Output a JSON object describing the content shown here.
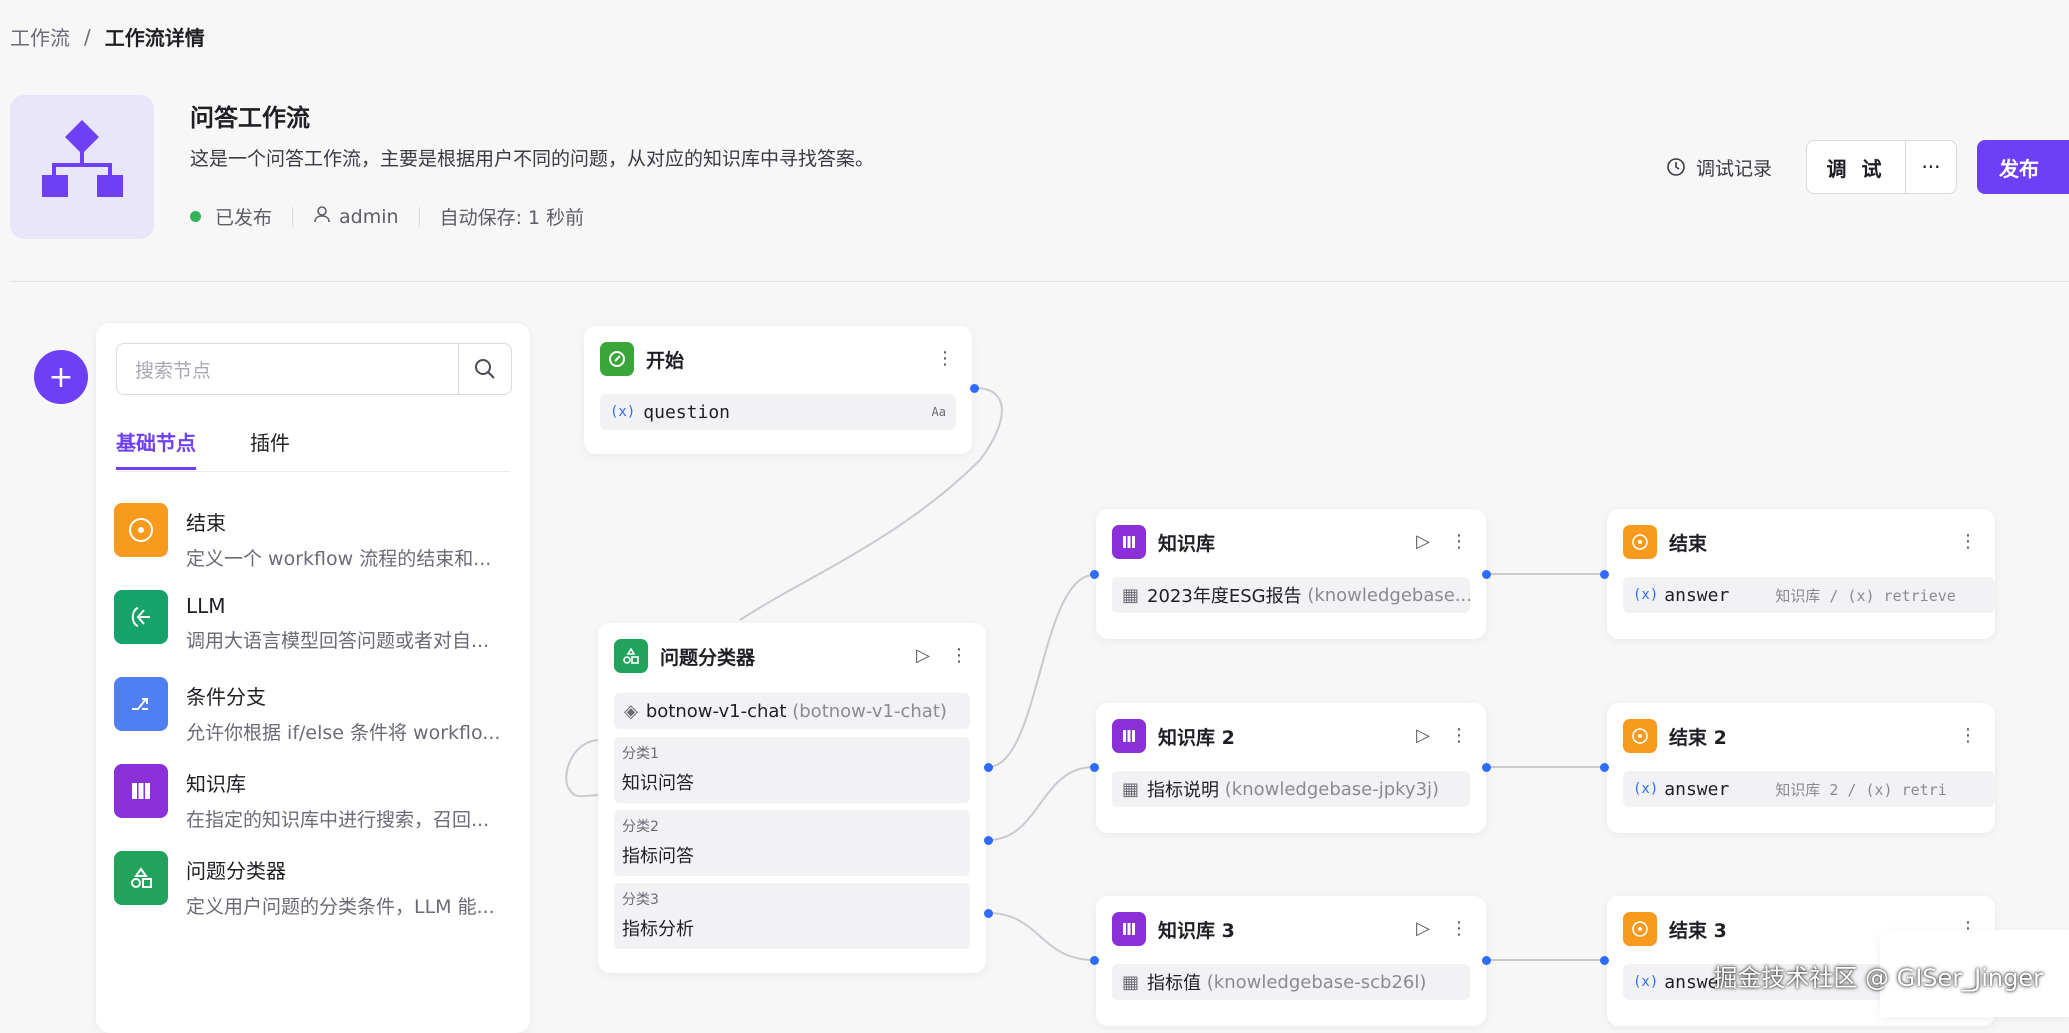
{
  "breadcrumb": {
    "parent": "工作流",
    "sep": "/",
    "current": "工作流详情"
  },
  "workflow": {
    "title": "问答工作流",
    "description": "这是一个问答工作流，主要是根据用户不同的问题，从对应的知识库中寻找答案。",
    "status": "已发布",
    "user": "admin",
    "autosave": "自动保存: 1 秒前"
  },
  "toolbar": {
    "history": "调试记录",
    "debug": "调 试",
    "more": "···",
    "publish": "发布"
  },
  "panel": {
    "search_placeholder": "搜索节点",
    "tabs": [
      "基础节点",
      "插件"
    ],
    "items": [
      {
        "title": "结束",
        "desc": "定义一个 workflow 流程的结束和...",
        "icon": "end-icon",
        "color": "#f79a1e"
      },
      {
        "title": "LLM",
        "desc": "调用大语言模型回答问题或者对自...",
        "icon": "llm-icon",
        "color": "#16a36b"
      },
      {
        "title": "条件分支",
        "desc": "允许你根据 if/else 条件将 workflo...",
        "icon": "branch-icon",
        "color": "#4f7ff0"
      },
      {
        "title": "知识库",
        "desc": "在指定的知识库中进行搜索，召回...",
        "icon": "knowledge-icon",
        "color": "#8b2fd9"
      },
      {
        "title": "问题分类器",
        "desc": "定义用户问题的分类条件，LLM 能...",
        "icon": "classifier-icon",
        "color": "#21a35b"
      }
    ]
  },
  "nodes": {
    "start": {
      "title": "开始",
      "var": "question",
      "type_badge": "Aa"
    },
    "classifier": {
      "title": "问题分类器",
      "model": "botnow-v1-chat",
      "model_id": "(botnow-v1-chat)",
      "classes": [
        {
          "label": "分类1",
          "value": "知识问答"
        },
        {
          "label": "分类2",
          "value": "指标问答"
        },
        {
          "label": "分类3",
          "value": "指标分析"
        }
      ]
    },
    "kb": [
      {
        "title": "知识库",
        "name": "2023年度ESG报告",
        "id": "(knowledgebase..."
      },
      {
        "title": "知识库 2",
        "name": "指标说明",
        "id": "(knowledgebase-jpky3j)"
      },
      {
        "title": "知识库 3",
        "name": "指标值",
        "id": "(knowledgebase-scb26l)"
      }
    ],
    "ends": [
      {
        "title": "结束",
        "var": "answer",
        "ref": "知识库 / (x) retrieve"
      },
      {
        "title": "结束 2",
        "var": "answer",
        "ref": "知识库 2 / (x) retri"
      },
      {
        "title": "结束 3",
        "var": "answe",
        "ref": ""
      }
    ]
  },
  "watermark": "掘金技术社区 @ GISer_Jinger",
  "colors": {
    "accent": "#6d3ff5",
    "published": "#2fb558",
    "edge": "#2f6bff"
  }
}
